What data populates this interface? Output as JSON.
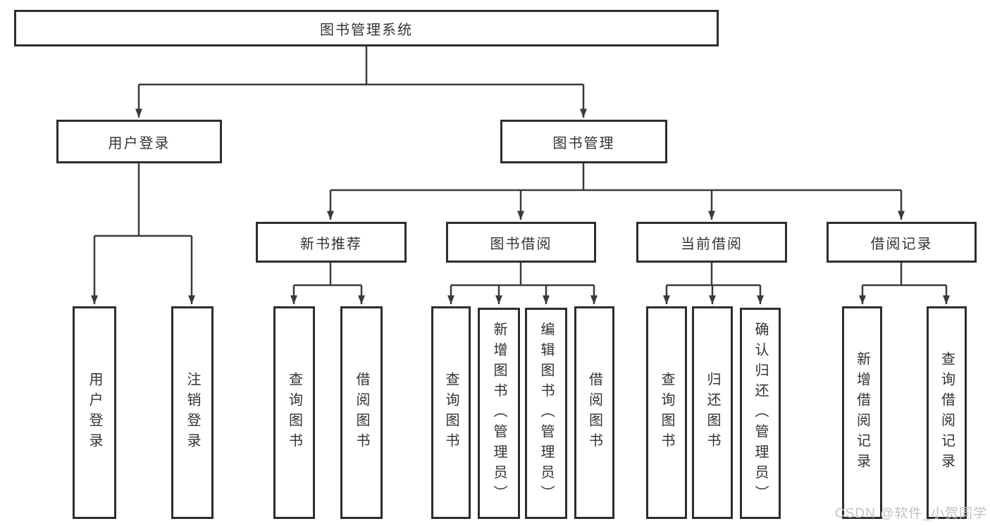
{
  "diagram_type": "hierarchy-tree",
  "colors": {
    "background": "#ffffff",
    "box_border": "#2d2d2d",
    "connector_line": "#3a3a3a",
    "text": "#333333",
    "watermark_text": "#c6c1c1"
  },
  "tree": {
    "label": "图书管理系统",
    "children": [
      {
        "label": "用户登录",
        "children": [
          {
            "label": "用户登录"
          },
          {
            "label": "注销登录"
          }
        ]
      },
      {
        "label": "图书管理",
        "children": [
          {
            "label": "新书推荐",
            "children": [
              {
                "label": "查询图书"
              },
              {
                "label": "借阅图书"
              }
            ]
          },
          {
            "label": "图书借阅",
            "children": [
              {
                "label": "查询图书"
              },
              {
                "label": "新增图书（管理员）"
              },
              {
                "label": "编辑图书（管理员）"
              },
              {
                "label": "借阅图书"
              }
            ]
          },
          {
            "label": "当前借阅",
            "children": [
              {
                "label": "查询图书"
              },
              {
                "label": "归还图书"
              },
              {
                "label": "确认归还（管理员）"
              }
            ]
          },
          {
            "label": "借阅记录",
            "children": [
              {
                "label": "新增借阅记录"
              },
              {
                "label": "查询借阅记录"
              }
            ]
          }
        ]
      }
    ]
  },
  "watermark": {
    "text": "CSDN @软件_小贺同学"
  }
}
